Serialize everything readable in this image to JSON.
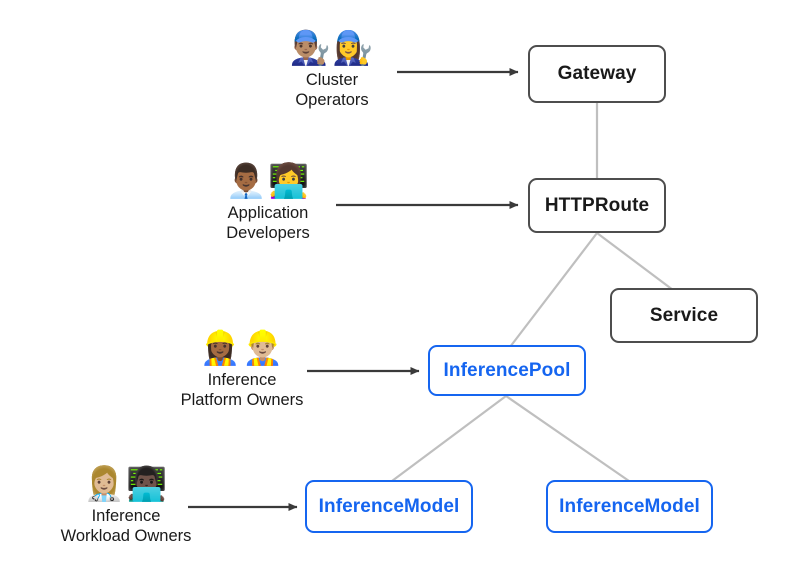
{
  "diagram": {
    "title": "Gateway API Inference Extension personas and resources",
    "background_color": "#ffffff",
    "node_border_dark": "#4d4d4d",
    "node_border_blue": "#1565f0",
    "node_text_blue": "#1565f0",
    "node_text_dark": "#1a1a1a",
    "connector_color": "#bfbfbf",
    "arrow_color": "#3a3a3a"
  },
  "personas": [
    {
      "id": "cluster-operators",
      "label": "Cluster\nOperators",
      "emoji": "👨🏽‍🔧👩‍🔧",
      "emoji_names": "mechanic-man-icon mechanic-woman-icon",
      "targets": "Gateway"
    },
    {
      "id": "application-developers",
      "label": "Application\nDevelopers",
      "emoji": "👨🏾‍💼👩‍💻",
      "emoji_names": "office-worker-icon technologist-woman-icon",
      "targets": "HTTPRoute"
    },
    {
      "id": "inference-platform-owners",
      "label": "Inference\nPlatform Owners",
      "emoji": "👷🏾‍♀️👷🏼‍♂️",
      "emoji_names": "construction-worker-woman-icon construction-worker-man-icon",
      "targets": "InferencePool"
    },
    {
      "id": "inference-workload-owners",
      "label": "Inference\nWorkload Owners",
      "emoji": "👩🏼‍⚕️👨🏿‍💻",
      "emoji_names": "health-worker-woman-icon technologist-man-icon",
      "targets": "InferenceModel"
    }
  ],
  "nodes": [
    {
      "id": "gateway",
      "label": "Gateway",
      "style": "dark"
    },
    {
      "id": "httproute",
      "label": "HTTPRoute",
      "style": "dark"
    },
    {
      "id": "service",
      "label": "Service",
      "style": "dark"
    },
    {
      "id": "inferencepool",
      "label": "InferencePool",
      "style": "blue"
    },
    {
      "id": "inferencemodel-1",
      "label": "InferenceModel",
      "style": "blue"
    },
    {
      "id": "inferencemodel-2",
      "label": "InferenceModel",
      "style": "blue"
    }
  ],
  "connections": [
    {
      "from": "gateway",
      "to": "httproute"
    },
    {
      "from": "httproute",
      "to": "inferencepool"
    },
    {
      "from": "httproute",
      "to": "service"
    },
    {
      "from": "inferencepool",
      "to": "inferencemodel-1"
    },
    {
      "from": "inferencepool",
      "to": "inferencemodel-2"
    }
  ],
  "arrows": [
    {
      "from": "cluster-operators",
      "to": "gateway"
    },
    {
      "from": "application-developers",
      "to": "httproute"
    },
    {
      "from": "inference-platform-owners",
      "to": "inferencepool"
    },
    {
      "from": "inference-workload-owners",
      "to": "inferencemodel-1"
    }
  ]
}
